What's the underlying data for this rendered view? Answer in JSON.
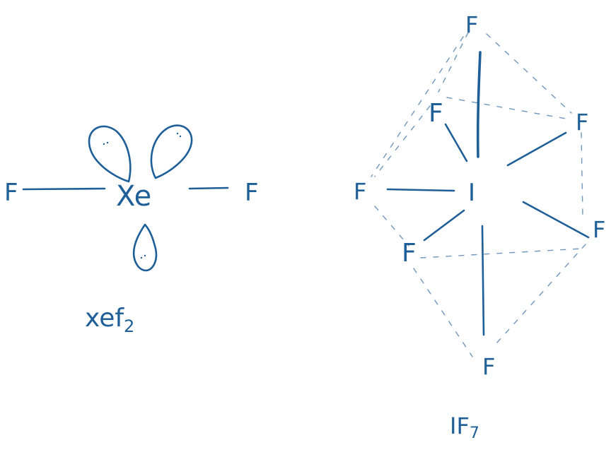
{
  "colors": {
    "ink": "#1f5f98",
    "dashed": "#6f97bd"
  },
  "xef2": {
    "atom_f_left": "F",
    "atom_xe": "Xe",
    "atom_f_right": "F",
    "caption_main": "xef",
    "caption_sub": "2"
  },
  "if7": {
    "atom_f_top": "F",
    "atom_f_back_left": "F",
    "atom_f_back_right": "F",
    "atom_f_left": "F",
    "atom_i": "I",
    "atom_f_right": "F",
    "atom_f_front_left": "F",
    "atom_f_bottom": "F",
    "caption_main": "IF",
    "caption_sub": "7"
  }
}
